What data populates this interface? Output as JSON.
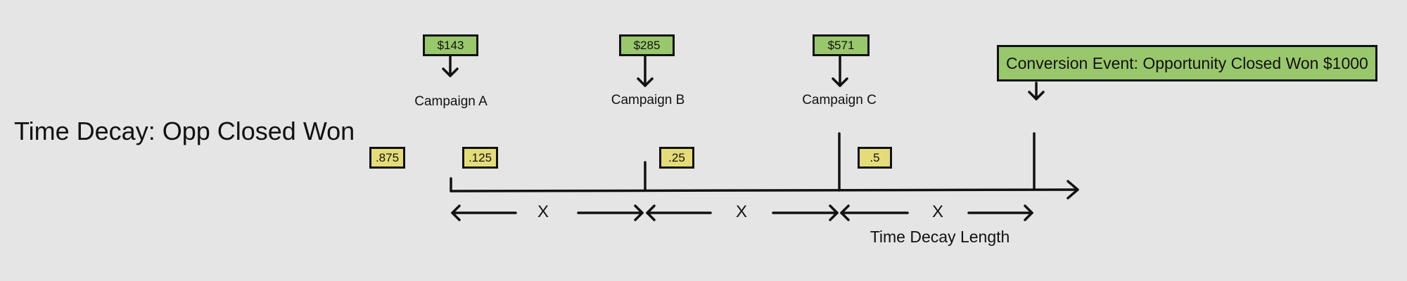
{
  "title": "Time Decay: Opp Closed Won",
  "conversion_event": "Conversion Event: Opportunity Closed Won $1000",
  "campaigns": [
    {
      "name": "Campaign A",
      "amount": "$143"
    },
    {
      "name": "Campaign B",
      "amount": "$285"
    },
    {
      "name": "Campaign C",
      "amount": "$571"
    }
  ],
  "weights": [
    ".875",
    ".125",
    ".25",
    ".5"
  ],
  "interval_label": "X",
  "time_decay_label": "Time Decay Length",
  "colors": {
    "money_box": "#99c86c",
    "weight_box": "#e4dc78",
    "background": "#e5e5e5",
    "line": "#111111"
  }
}
